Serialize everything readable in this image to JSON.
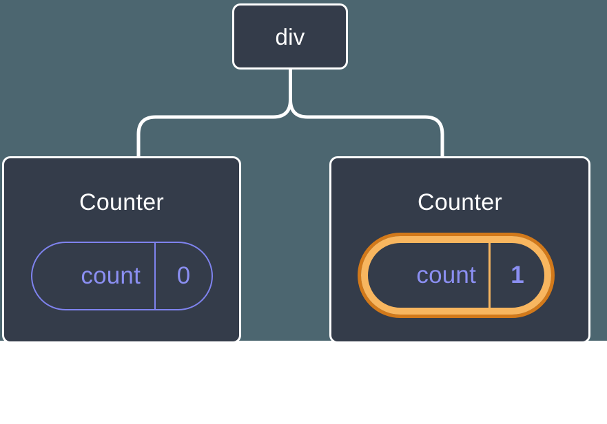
{
  "diagram": {
    "type": "component-tree",
    "background_color": "#4c6670",
    "node_fill": "#343c4a",
    "node_border": "#ffffff",
    "accent_indigo": "#8b8ff2",
    "accent_orange_light": "#f8b65f",
    "accent_orange_dark": "#d2791a"
  },
  "root": {
    "label": "div"
  },
  "children": [
    {
      "title": "Counter",
      "state": {
        "key": "count",
        "value": "0"
      },
      "highlighted": false
    },
    {
      "title": "Counter",
      "state": {
        "key": "count",
        "value": "1"
      },
      "highlighted": true,
      "sparkle_icons": [
        "sparkle-large",
        "sparkle-small"
      ]
    }
  ]
}
